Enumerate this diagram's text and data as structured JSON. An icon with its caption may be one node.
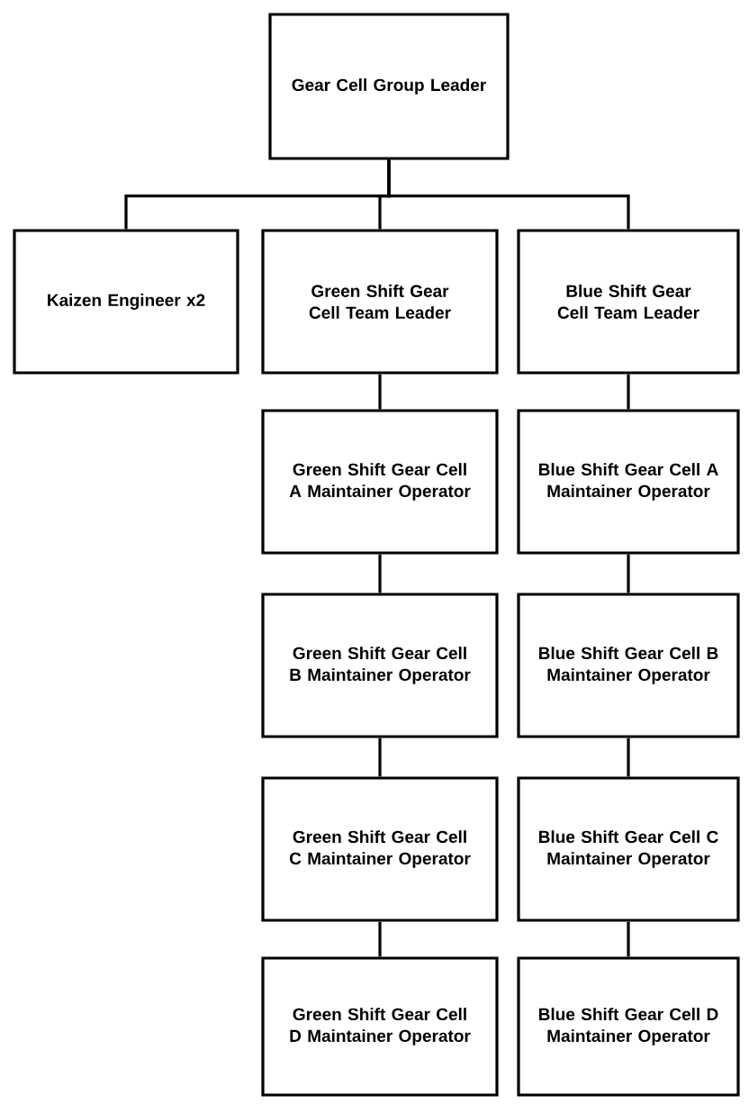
{
  "diagram": {
    "nodes": [
      {
        "text": [
          "Gear Cell Group Leader"
        ]
      },
      {
        "text": [
          "Kaizen Engineer x2"
        ]
      },
      {
        "text": [
          "Green Shift Gear Cell Team Leader"
        ]
      },
      {
        "text": [
          "Blue Shift Gear Cell Team Leader"
        ]
      },
      {
        "text": [
          "Green Shift Gear Cell A Maintainer Operator"
        ]
      },
      {
        "text": [
          "Blue Shift Gear Cell A Maintainer Operator"
        ]
      },
      {
        "text": [
          "Green Shift Gear Cell B Maintainer Operator"
        ]
      },
      {
        "text": [
          "Blue Shift Gear Cell B Maintainer Operator"
        ]
      },
      {
        "text": [
          "Green Shift Gear Cell C Maintainer Operator"
        ]
      },
      {
        "text": [
          "Blue Shift Gear Cell C Maintainer Operator"
        ]
      },
      {
        "text": [
          "Green Shift Gear Cell D Maintainer Operator"
        ]
      },
      {
        "text": [
          "Blue Shift Gear Cell D Maintainer Operator"
        ]
      }
    ],
    "edges": [
      {
        "from": 0,
        "to": 1,
        "arrow": "none"
      },
      {
        "from": 0,
        "to": 2,
        "arrow": "none"
      },
      {
        "from": 0,
        "to": 3,
        "arrow": "none"
      },
      {
        "from": 2,
        "to": 4,
        "arrow": "none"
      },
      {
        "from": 4,
        "to": 6,
        "arrow": "none"
      },
      {
        "from": 6,
        "to": 8,
        "arrow": "none"
      },
      {
        "from": 8,
        "to": 10,
        "arrow": "none"
      },
      {
        "from": 3,
        "to": 5,
        "arrow": "none"
      },
      {
        "from": 5,
        "to": 7,
        "arrow": "none"
      },
      {
        "from": 7,
        "to": 9,
        "arrow": "none"
      },
      {
        "from": 9,
        "to": 11,
        "arrow": "none"
      }
    ]
  }
}
